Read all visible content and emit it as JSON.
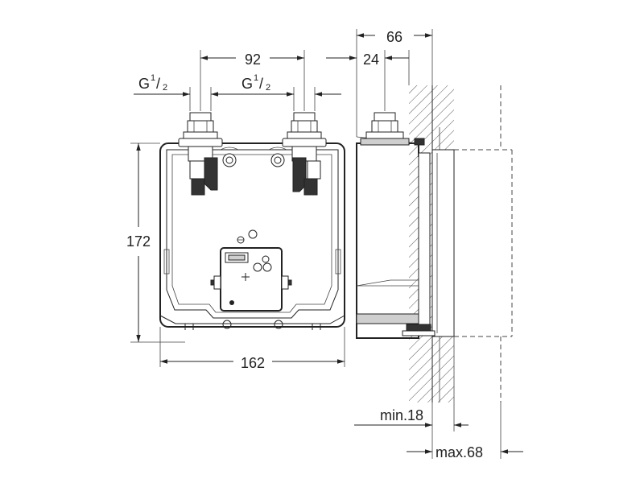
{
  "dimensions": {
    "top_depth": "66",
    "pipe_spacing": "92",
    "offset": "24",
    "width": "162",
    "height": "172",
    "thread": "G",
    "thread_num": "1",
    "thread_den": "2",
    "min_depth": "min.18",
    "max_depth": "max.68"
  }
}
